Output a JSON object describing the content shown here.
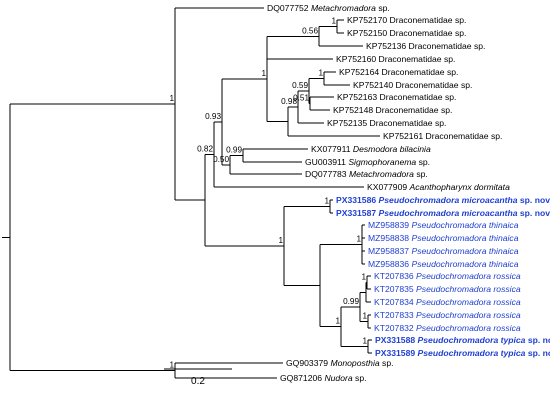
{
  "tree": {
    "leaves": [
      {
        "id": "l1",
        "acc": "DQ077752",
        "name": "Metachromadora",
        "rest": "sp.",
        "color": "#000000",
        "bold": false
      },
      {
        "id": "l2",
        "acc": "KP752170",
        "name": "",
        "rest": "Draconematidae sp.",
        "color": "#000000",
        "bold": false
      },
      {
        "id": "l3",
        "acc": "KP752150",
        "name": "",
        "rest": "Draconematidae sp.",
        "color": "#000000",
        "bold": false
      },
      {
        "id": "l4",
        "acc": "KP752136",
        "name": "",
        "rest": "Draconematidae sp.",
        "color": "#000000",
        "bold": false
      },
      {
        "id": "l5",
        "acc": "KP752160",
        "name": "",
        "rest": "Draconematidae sp.",
        "color": "#000000",
        "bold": false
      },
      {
        "id": "l6",
        "acc": "KP752164",
        "name": "",
        "rest": "Draconematidae sp.",
        "color": "#000000",
        "bold": false
      },
      {
        "id": "l7",
        "acc": "KP752140",
        "name": "",
        "rest": "Draconematidae sp.",
        "color": "#000000",
        "bold": false
      },
      {
        "id": "l8",
        "acc": "KP752163",
        "name": "",
        "rest": "Draconematidae sp.",
        "color": "#000000",
        "bold": false
      },
      {
        "id": "l9",
        "acc": "KP752148",
        "name": "",
        "rest": "Draconematidae sp.",
        "color": "#000000",
        "bold": false
      },
      {
        "id": "l10",
        "acc": "KP752135",
        "name": "",
        "rest": "Draconematidae sp.",
        "color": "#000000",
        "bold": false
      },
      {
        "id": "l11",
        "acc": "KP752161",
        "name": "",
        "rest": "Draconematidae sp.",
        "color": "#000000",
        "bold": false
      },
      {
        "id": "l12",
        "acc": "KX077911",
        "name": "Desmodora bilacinia",
        "rest": "",
        "color": "#000000",
        "bold": false
      },
      {
        "id": "l13",
        "acc": "GU003911",
        "name": "Sigmophoranema",
        "rest": "sp.",
        "color": "#000000",
        "bold": false
      },
      {
        "id": "l14",
        "acc": "DQ077783",
        "name": "Metachromadora",
        "rest": "sp.",
        "color": "#000000",
        "bold": false
      },
      {
        "id": "l15",
        "acc": "KX077909",
        "name": "Acanthopharynx dormitata",
        "rest": "",
        "color": "#000000",
        "bold": false
      },
      {
        "id": "l16",
        "acc": "PX331586",
        "name": "Pseudochromadora microacantha",
        "rest": "sp. nov.",
        "color": "#1f3fd0",
        "bold": true
      },
      {
        "id": "l17",
        "acc": "PX331587",
        "name": "Pseudochromadora microacantha",
        "rest": "sp. nov.",
        "color": "#1f3fd0",
        "bold": true
      },
      {
        "id": "l18",
        "acc": "MZ958839",
        "name": "Pseudochromadora thinaica",
        "rest": "",
        "color": "#1f3fd0",
        "bold": false
      },
      {
        "id": "l19",
        "acc": "MZ958838",
        "name": "Pseudochromadora thinaica",
        "rest": "",
        "color": "#1f3fd0",
        "bold": false
      },
      {
        "id": "l20",
        "acc": "MZ958837",
        "name": "Pseudochromadora thinaica",
        "rest": "",
        "color": "#1f3fd0",
        "bold": false
      },
      {
        "id": "l21",
        "acc": "MZ958836",
        "name": "Pseudochromadora thinaica",
        "rest": "",
        "color": "#1f3fd0",
        "bold": false
      },
      {
        "id": "l22",
        "acc": "KT207836",
        "name": "Pseudochromadora rossica",
        "rest": "",
        "color": "#1f3fd0",
        "bold": false
      },
      {
        "id": "l23",
        "acc": "KT207835",
        "name": "Pseudochromadora rossica",
        "rest": "",
        "color": "#1f3fd0",
        "bold": false
      },
      {
        "id": "l24",
        "acc": "KT207834",
        "name": "Pseudochromadora rossica",
        "rest": "",
        "color": "#1f3fd0",
        "bold": false
      },
      {
        "id": "l25",
        "acc": "KT207833",
        "name": "Pseudochromadora rossica",
        "rest": "",
        "color": "#1f3fd0",
        "bold": false
      },
      {
        "id": "l26",
        "acc": "KT207832",
        "name": "Pseudochromadora rossica",
        "rest": "",
        "color": "#1f3fd0",
        "bold": false
      },
      {
        "id": "l27",
        "acc": "PX331588",
        "name": "Pseudochromadora typica",
        "rest": "sp. nov.",
        "color": "#1f3fd0",
        "bold": true
      },
      {
        "id": "l28",
        "acc": "PX331589",
        "name": "Pseudochromadora typica",
        "rest": "sp. nov.",
        "color": "#1f3fd0",
        "bold": true
      },
      {
        "id": "l29",
        "acc": "GQ903379",
        "name": "Monoposthia",
        "rest": "sp.",
        "color": "#000000",
        "bold": false
      },
      {
        "id": "l30",
        "acc": "GQ871206",
        "name": "Nudora",
        "rest": "sp.",
        "color": "#000000",
        "bold": false
      }
    ],
    "supports": {
      "n_l2_l3": "1",
      "n_l2_l4": "0.56",
      "drac_core": "1",
      "n_l6_l7": "1",
      "n_l8_l9": "0.51",
      "n_l6_l9": "0.59",
      "n_l6_l10": "0.98",
      "desmo": "0.93",
      "n_l12_l13": "0.99",
      "n_l12_l14": "0.50",
      "n_a": "0.82",
      "n_l16_l17": "1",
      "pseudo": "1",
      "thin": "1",
      "ros_typ": "1",
      "rossica": "0.99",
      "n_l22_l23": "1",
      "n_l23_l24": "1",
      "n_l25_l26": "1",
      "typica": "1",
      "outer": "1",
      "n_l29_l30": "1"
    },
    "scale_bar": {
      "length": 0.2,
      "label": "0.2"
    }
  }
}
